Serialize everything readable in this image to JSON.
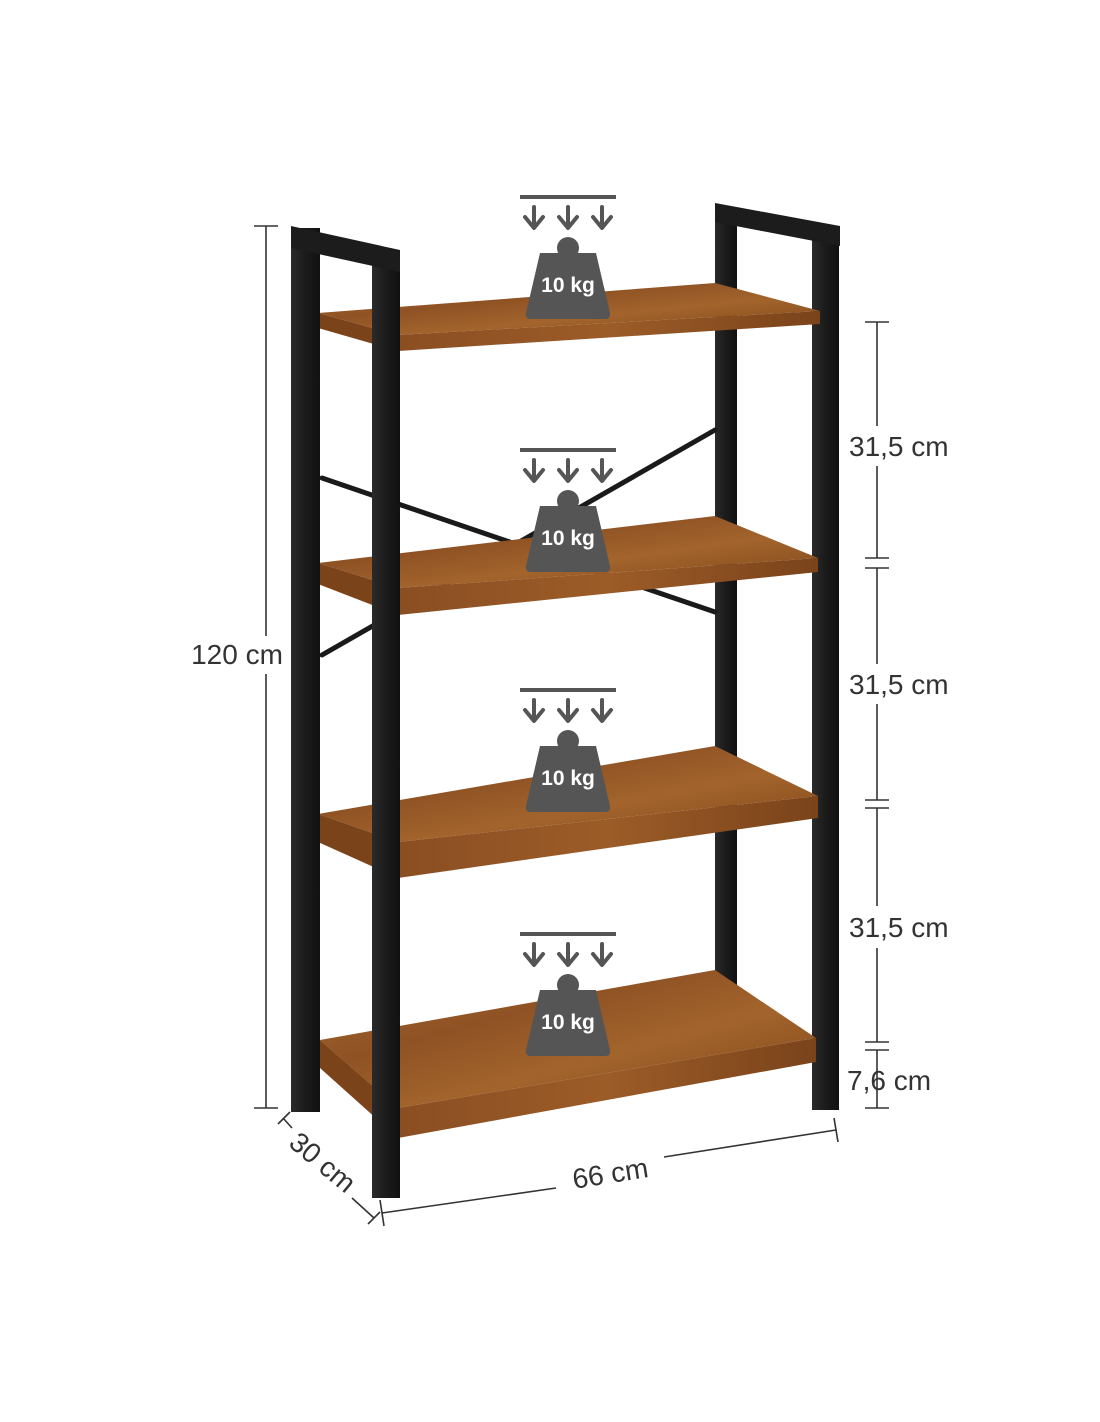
{
  "product": {
    "type": "4-tier ladder bookshelf",
    "colors": {
      "frame": "#1f1f20",
      "wood": "#9a5a26",
      "wood_dark": "#6d3d18",
      "load_icon": "#555555",
      "dimension_lines": "#333333"
    }
  },
  "load_icons": [
    {
      "label": "10 kg",
      "icon": "weight-with-down-arrows-icon"
    },
    {
      "label": "10 kg",
      "icon": "weight-with-down-arrows-icon"
    },
    {
      "label": "10 kg",
      "icon": "weight-with-down-arrows-icon"
    },
    {
      "label": "10 kg",
      "icon": "weight-with-down-arrows-icon"
    }
  ],
  "dimensions": {
    "height": "120 cm",
    "depth": "30 cm",
    "width": "66 cm",
    "shelf_spacing": [
      "31,5 cm",
      "31,5 cm",
      "31,5 cm"
    ],
    "bottom_clearance": "7,6 cm"
  }
}
